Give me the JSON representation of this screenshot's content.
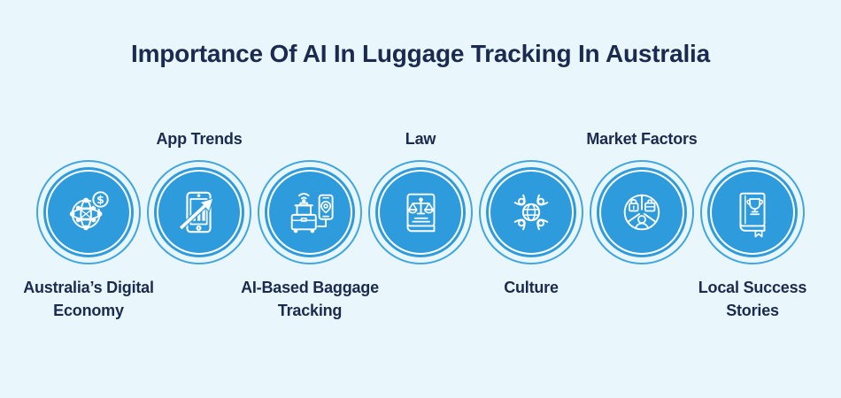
{
  "title": "Importance Of AI In Luggage Tracking In Australia",
  "colors": {
    "background": "#E9F7FC",
    "circle_fill": "#2E9CDC",
    "circle_outer_ring": "#41A6DF",
    "circle_inner_ring": "#FFFFFF",
    "icon_stroke": "#FFFFFF",
    "text": "#1B2A4E"
  },
  "items": [
    {
      "label": "Australia’s Digital\nEconomy",
      "label_position": "below",
      "icon": "globe-dollar-network-icon"
    },
    {
      "label": "App Trends",
      "label_position": "above",
      "icon": "tablet-growth-chart-icon"
    },
    {
      "label": "AI-Based Baggage\nTracking",
      "label_position": "below",
      "icon": "suitcase-phone-tracking-icon"
    },
    {
      "label": "Law",
      "label_position": "above",
      "icon": "law-book-scales-icon"
    },
    {
      "label": "Culture",
      "label_position": "below",
      "icon": "globe-people-icon"
    },
    {
      "label": "Market Factors",
      "label_position": "above",
      "icon": "pie-lock-briefcase-person-icon"
    },
    {
      "label": "Local Success\nStories",
      "label_position": "below",
      "icon": "trophy-book-icon"
    }
  ]
}
